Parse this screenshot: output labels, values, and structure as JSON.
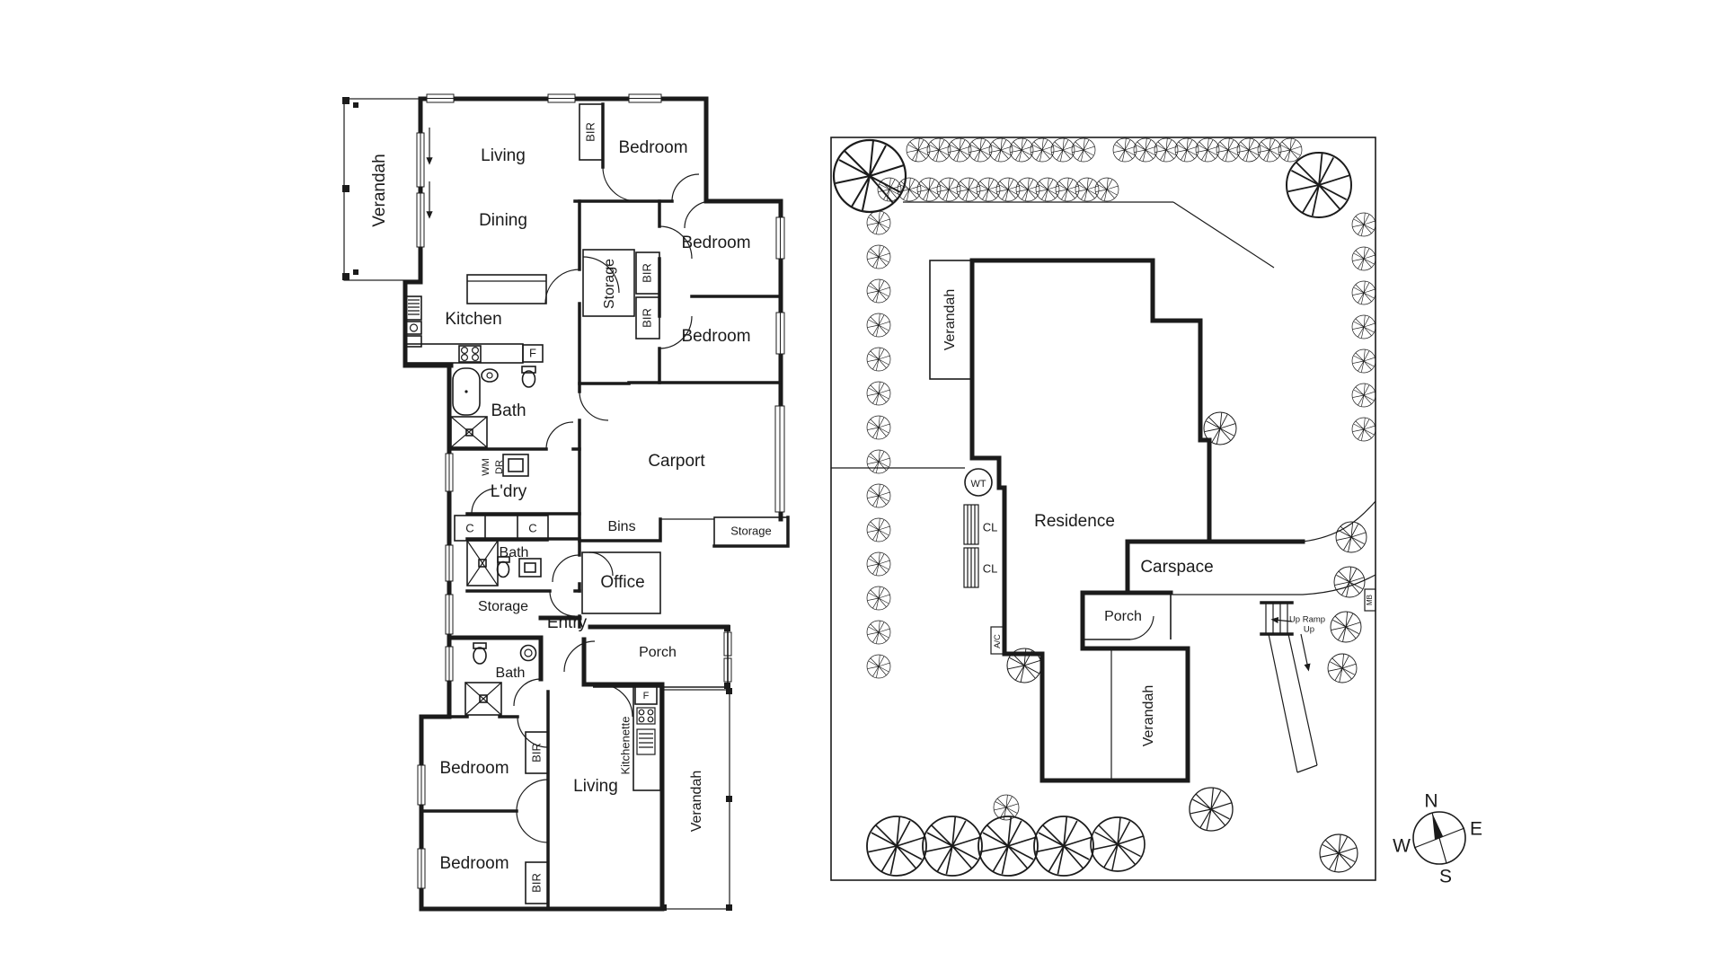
{
  "floor_plan": {
    "labels": {
      "verandah_top": "Verandah",
      "living_top": "Living",
      "dining": "Dining",
      "bir_top": "BIR",
      "bedroom1": "Bedroom",
      "bedroom2": "Bedroom",
      "bedroom3": "Bedroom",
      "storage_hall": "Storage",
      "bir_a": "BIR",
      "bir_b": "BIR",
      "kitchen": "Kitchen",
      "fridge_top": "F",
      "bath1": "Bath",
      "wm": "WM",
      "dr": "DR",
      "ldry": "L'dry",
      "cupboard1": "C",
      "cupboard2": "C",
      "bath2": "Bath",
      "storage2": "Storage",
      "entry": "Entry",
      "bins": "Bins",
      "office": "Office",
      "carport": "Carport",
      "storage_carport": "Storage",
      "porch": "Porch",
      "bath3": "Bath",
      "bedroom4": "Bedroom",
      "bir_c": "BIR",
      "living2": "Living",
      "kitchenette": "Kitchenette",
      "fridge_bottom": "F",
      "verandah_bottom": "Verandah",
      "bedroom5": "Bedroom",
      "bir_d": "BIR"
    }
  },
  "site_plan": {
    "labels": {
      "verandah_top": "Verandah",
      "water_tank": "WT",
      "residence": "Residence",
      "clothesline1": "CL",
      "clothesline2": "CL",
      "air_conditioner": "A/C",
      "carspace": "Carspace",
      "porch": "Porch",
      "verandah_bottom": "Verandah",
      "steps_label": "Up Ramp",
      "ramp_label": "Up",
      "meter_box": "MB"
    }
  },
  "compass": {
    "north": "N",
    "east": "E",
    "south": "S",
    "west": "W"
  },
  "colors": {
    "ink": "#1b1b1b",
    "background": "#ffffff"
  }
}
